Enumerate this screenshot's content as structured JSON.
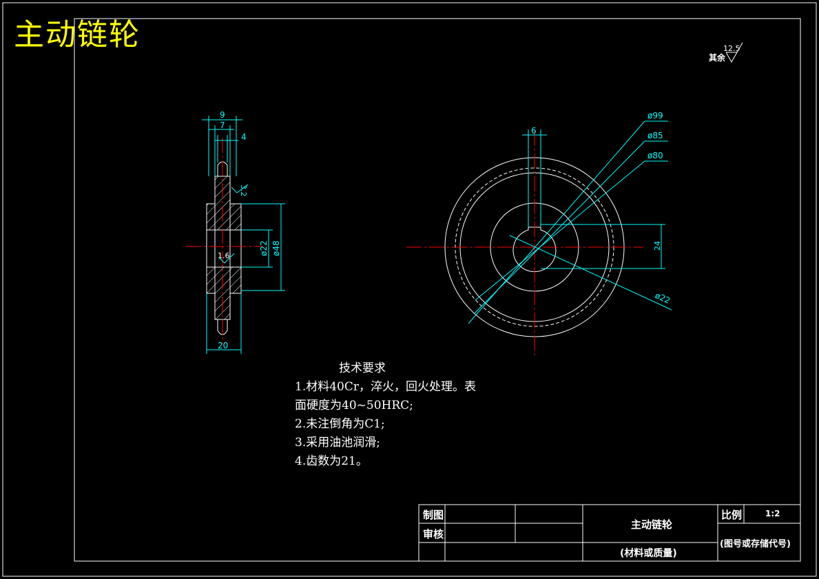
{
  "title": "主动链轮",
  "surface_finish": {
    "prefix": "其余",
    "value": "12.5"
  },
  "side_view": {
    "dims": {
      "width_9": "9",
      "width_7": "7",
      "width_4": "4",
      "rough_3_2": "3.2",
      "rough_1_6": "1.6",
      "dia_22": "ø22",
      "dia_48": "ø48",
      "width_20": "20"
    }
  },
  "front_view": {
    "dims": {
      "key_6": "6",
      "dia_99": "ø99",
      "dia_85": "ø85",
      "dia_80": "ø80",
      "dia_22": "ø22",
      "height_24": "24"
    }
  },
  "tech_requirements": {
    "heading": "技术要求",
    "lines": [
      "1.材料40Cr，淬火，回火处理。表",
      "面硬度为40~50HRC;",
      "2.未注倒角为C1;",
      "3.采用油池润滑;",
      "4.齿数为21。"
    ]
  },
  "title_block": {
    "drawn_label": "制图",
    "checked_label": "审核",
    "part_name": "主动链轮",
    "material_label": "(材料或质量)",
    "scale_label": "比例",
    "scale_value": "1:2",
    "drawing_number": "(图号或存储代号)"
  },
  "colors": {
    "outline": "#ffffff",
    "dimension": "#00ffff",
    "centerline": "#ff0000",
    "hatch": "#ffffff",
    "title_text": "#ffff00",
    "background": "#000000"
  }
}
